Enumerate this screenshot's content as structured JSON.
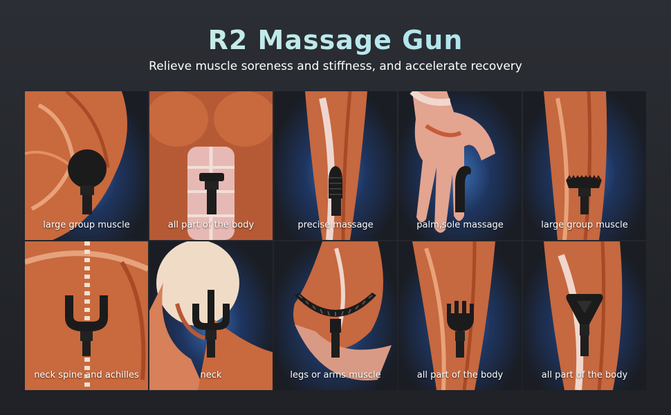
{
  "title": "R2 Massage Gun",
  "subtitle": "Relieve muscle soreness and stiffness, and accelerate recovery",
  "tiles": [
    {
      "label": "large group muscle",
      "head_icon": "ball-head-icon"
    },
    {
      "label": "all part of the body",
      "head_icon": "flat-head-icon"
    },
    {
      "label": "precise massage",
      "head_icon": "bullet-head-icon"
    },
    {
      "label": "palm,sole massage",
      "head_icon": "hook-head-icon"
    },
    {
      "label": "large group muscle",
      "head_icon": "gear-head-icon"
    },
    {
      "label": "neck spine and achilles",
      "head_icon": "fork-head-icon"
    },
    {
      "label": "neck",
      "head_icon": "trident-head-icon"
    },
    {
      "label": "legs or arms muscle",
      "head_icon": "arc-head-icon"
    },
    {
      "label": "all part of the body",
      "head_icon": "comb-head-icon"
    },
    {
      "label": "all part of the body",
      "head_icon": "triangle-head-icon"
    }
  ]
}
